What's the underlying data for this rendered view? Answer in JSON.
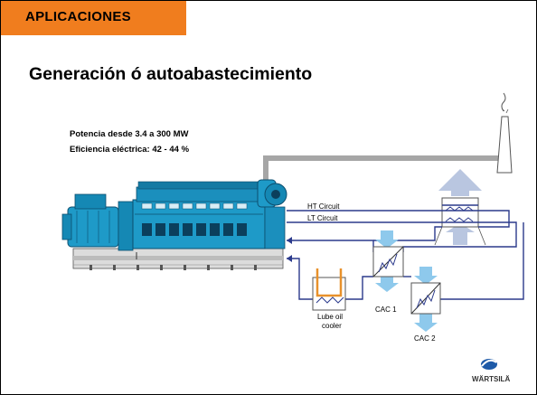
{
  "section_tag": "APLICACIONES",
  "title": "Generación ó autoabastecimiento",
  "specs": {
    "power": "Potencia desde 3.4 a 300 MW",
    "efficiency": "Eficiencia eléctrica: 42 - 44 %"
  },
  "diagram": {
    "ht_circuit": "HT Circuit",
    "lt_circuit": "LT Circuit",
    "lube_oil_line1": "Lube oil",
    "lube_oil_line2": "cooler",
    "cac1": "CAC 1",
    "cac2": "CAC 2"
  },
  "logo": "WÄRTSILÄ",
  "colors": {
    "orange_tag": "#f07d1e",
    "circuit_line": "#2b3a8c",
    "engine_blue": "#1e9ac8",
    "arrow_blue": "#8ec9ec",
    "heat_arrow": "#b9c6e0",
    "exhaust_gray": "#a6a6a6",
    "lube_orange": "#e8912b"
  }
}
